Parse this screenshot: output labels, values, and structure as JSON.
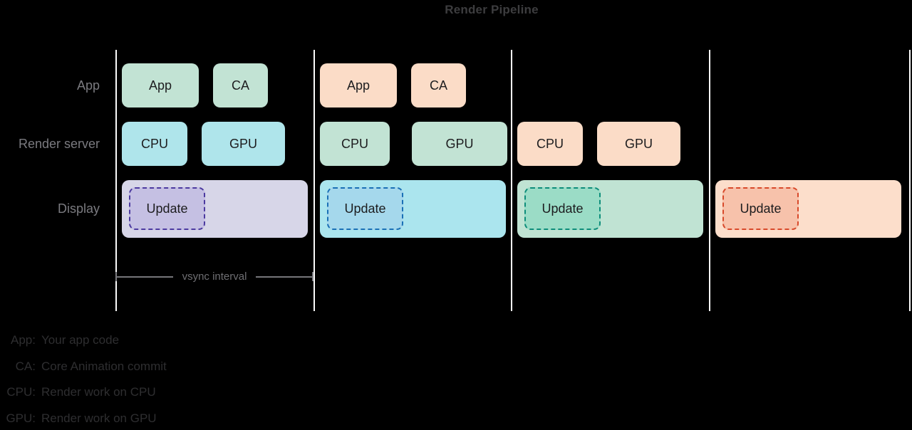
{
  "title": "Render Pipeline",
  "rows": [
    {
      "label": "App"
    },
    {
      "label": "Render server"
    },
    {
      "label": "Display"
    }
  ],
  "vsync": {
    "label": "vsync interval"
  },
  "colors": {
    "background": "#000000",
    "vsync_line": "#fbfbfb",
    "mint": "#c2e3d4",
    "cyan": "#afe5eb",
    "peach": "#fbdcc7",
    "lavender": "#d7d6e8"
  },
  "columns": [
    {
      "name": "frame-1",
      "app_boxes": [
        {
          "label": "App",
          "fill": "#c2e3d4"
        },
        {
          "label": "CA",
          "fill": "#c2e3d4"
        }
      ],
      "render_boxes": [
        {
          "label": "CPU",
          "fill": "#afe5eb"
        },
        {
          "label": "GPU",
          "fill": "#afe5eb"
        }
      ],
      "display": {
        "fill": "#d7d6e8",
        "update": {
          "label": "Update",
          "fill": "#c5c0e3",
          "border": "#4c3aa0"
        }
      }
    },
    {
      "name": "frame-2",
      "app_boxes": [
        {
          "label": "App",
          "fill": "#fbdcc7"
        },
        {
          "label": "CA",
          "fill": "#fbdcc7"
        }
      ],
      "render_boxes": [
        {
          "label": "CPU",
          "fill": "#c2e3d4"
        },
        {
          "label": "GPU",
          "fill": "#c2e3d4"
        }
      ],
      "display": {
        "fill": "#abe5ee",
        "update": {
          "label": "Update",
          "fill": "#a5d8ec",
          "border": "#1a70b6"
        }
      }
    },
    {
      "name": "frame-3",
      "app_boxes": [],
      "render_boxes": [
        {
          "label": "CPU",
          "fill": "#fbdcc7"
        },
        {
          "label": "GPU",
          "fill": "#fbdcc7"
        }
      ],
      "display": {
        "fill": "#c0e3d3",
        "update": {
          "label": "Update",
          "fill": "#9bdcc6",
          "border": "#0d8d7a"
        }
      }
    },
    {
      "name": "frame-4",
      "app_boxes": [],
      "render_boxes": [],
      "display": {
        "fill": "#fcdecb",
        "update": {
          "label": "Update",
          "fill": "#f7c2ab",
          "border": "#d8492a"
        }
      }
    }
  ],
  "legend": [
    {
      "key": "App:",
      "text": "Your app code"
    },
    {
      "key": "CA:",
      "text": "Core Animation commit"
    },
    {
      "key": "CPU:",
      "text": "Render work on CPU"
    },
    {
      "key": "GPU:",
      "text": "Render work on GPU"
    }
  ]
}
